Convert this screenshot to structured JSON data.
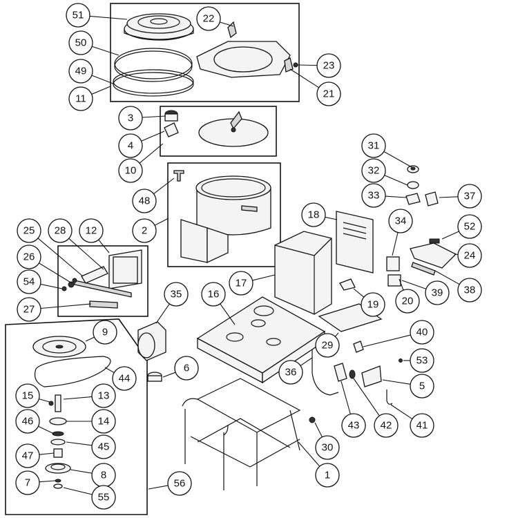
{
  "diagram": {
    "callouts": [
      "51",
      "22",
      "50",
      "23",
      "49",
      "21",
      "11",
      "3",
      "4",
      "10",
      "31",
      "32",
      "33",
      "37",
      "48",
      "2",
      "34",
      "52",
      "24",
      "18",
      "38",
      "25",
      "28",
      "12",
      "26",
      "17",
      "39",
      "54",
      "19",
      "20",
      "27",
      "35",
      "16",
      "9",
      "29",
      "40",
      "6",
      "53",
      "44",
      "36",
      "5",
      "15",
      "13",
      "43",
      "42",
      "41",
      "14",
      "46",
      "45",
      "30",
      "47",
      "8",
      "1",
      "7",
      "55",
      "56"
    ]
  }
}
